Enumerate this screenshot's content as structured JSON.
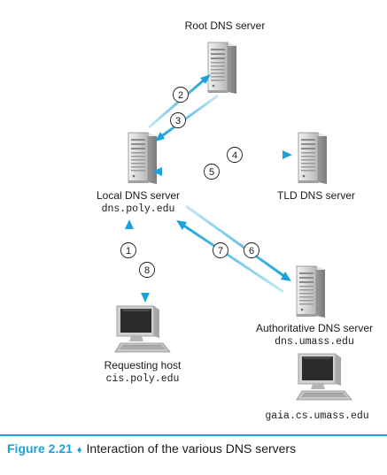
{
  "nodes": {
    "root": {
      "name": "Root DNS server",
      "host": ""
    },
    "local": {
      "name": "Local DNS server",
      "host": "dns.poly.edu"
    },
    "tld": {
      "name": "TLD DNS server",
      "host": ""
    },
    "auth": {
      "name": "Authoritative DNS server",
      "host": "dns.umass.edu"
    },
    "requesting": {
      "name": "Requesting host",
      "host": "cis.poly.edu"
    },
    "target": {
      "name": "",
      "host": "gaia.cs.umass.edu"
    }
  },
  "steps": [
    "1",
    "2",
    "3",
    "4",
    "5",
    "6",
    "7",
    "8"
  ],
  "caption": {
    "figure": "Figure 2.21",
    "separator": "♦",
    "text": "Interaction of the various DNS servers"
  },
  "colors": {
    "arrow": "#1aa3d9",
    "server": "#c9c9c9"
  }
}
